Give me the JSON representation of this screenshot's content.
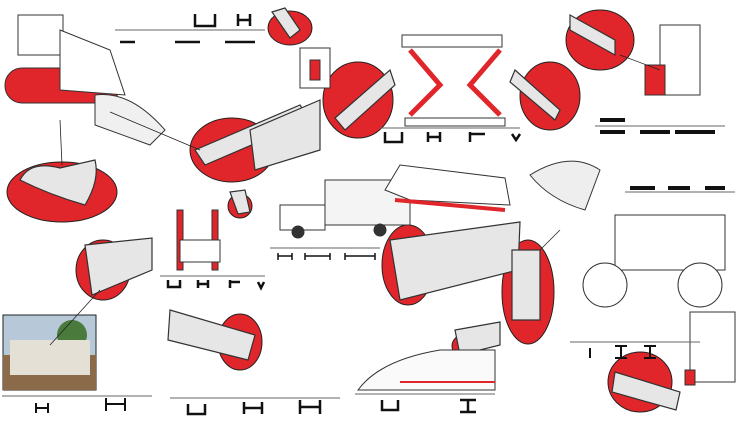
{
  "colors": {
    "accent_red": "#e0262a",
    "steel_light": "#e6e6e6",
    "steel_dark": "#8a8a8a",
    "outline": "#1a1a1a",
    "background": "#ffffff"
  },
  "illustrations": [
    "bulldozer",
    "forklift",
    "scissor-lift",
    "car-lift",
    "truck-and-camper",
    "mobile-home",
    "wheel-loader",
    "retaining-wall-photo",
    "high-speed-train",
    "dock-door"
  ]
}
